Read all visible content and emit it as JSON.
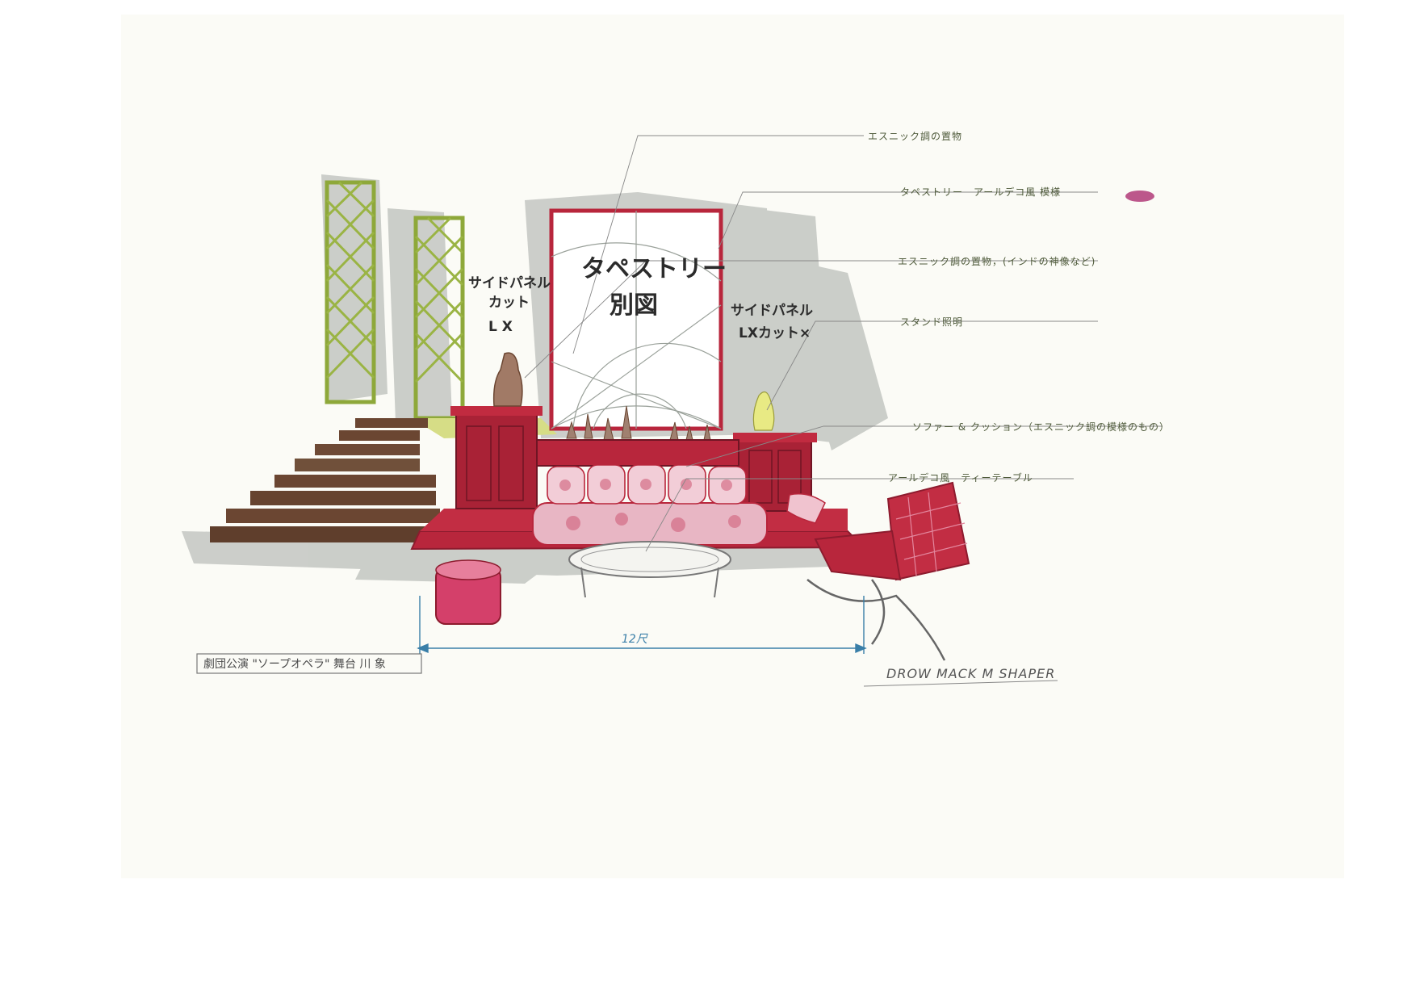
{
  "callouts": [
    {
      "text": "エスニック調の置物"
    },
    {
      "text": "タペストリー　アールデコ風 模様"
    },
    {
      "text": "エスニック調の置物，(インドの神像など)"
    },
    {
      "text": "スタンド照明"
    },
    {
      "text": "ソファー & クッション（エスニック調の模様のもの）"
    },
    {
      "text": "アールデコ風　ティーテーブル"
    }
  ],
  "tapestry": {
    "line1": "タペストリー",
    "line2": "別図"
  },
  "side_panel_left": {
    "line1": "サイドパネル",
    "line2": "カット",
    "mark": "L X"
  },
  "side_panel_right": {
    "line1": "サイドパネル",
    "line2": "LXカット×"
  },
  "dimension": {
    "label": "12尺"
  },
  "title_box": {
    "text": "劇団公演 \"ソープオペラ\" 舞台 川 象"
  },
  "signature": {
    "text": "DROW MACK M SHAPER"
  },
  "colors": {
    "red": "#b8263c",
    "dark_red": "#8d1b2e",
    "green": "#8ea83a",
    "brown": "#6b4632",
    "grey_shadow": "#b9bcb8",
    "pink": "#e6a6b8",
    "dimension_blue": "#3a7fa8"
  }
}
